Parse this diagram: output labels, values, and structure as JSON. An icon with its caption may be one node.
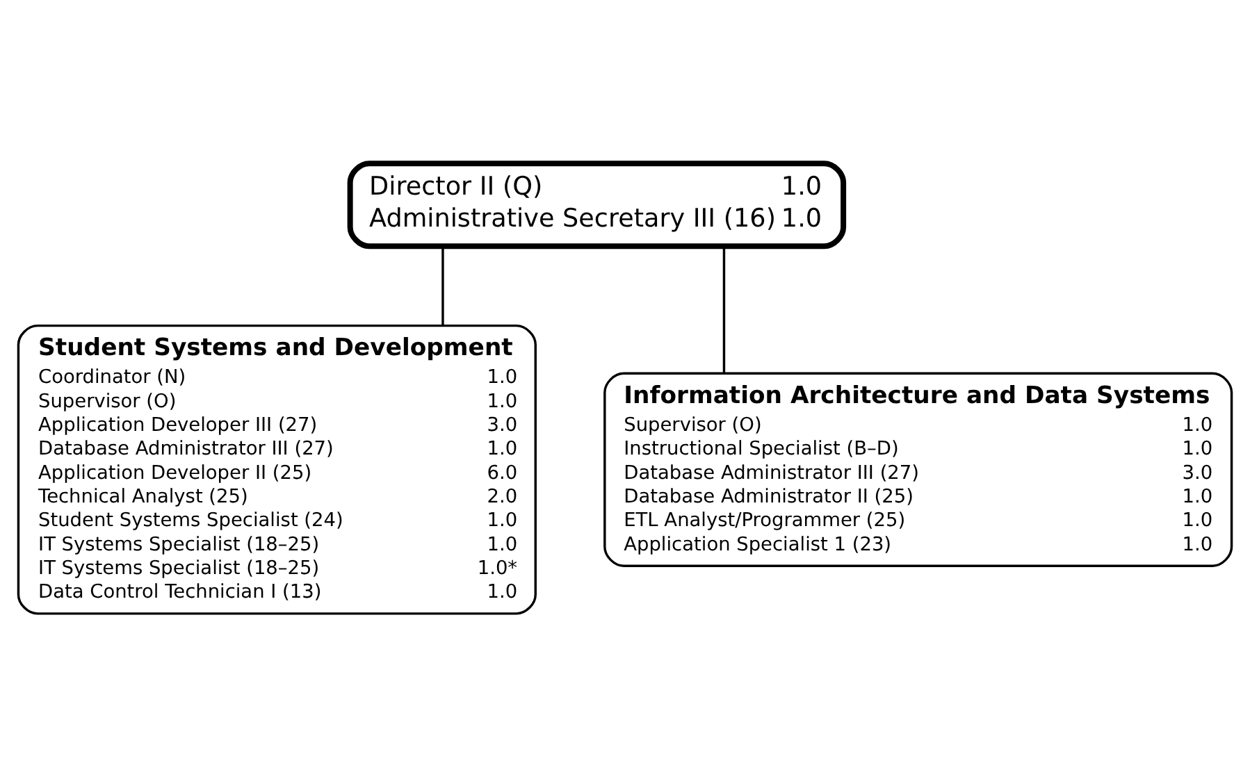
{
  "diagram": {
    "nodes": [
      {
        "text": [
          "Director II (Q)",
          "1.0",
          "Administrative Secretary III (16)",
          "1.0"
        ]
      },
      {
        "text": [
          "Student Systems and Development",
          "Coordinator (N)",
          "1.0",
          "Supervisor (O)",
          "1.0",
          "Application Developer III (27)",
          "3.0",
          "Database Administrator III (27)",
          "1.0",
          "Application Developer II (25)",
          "6.0",
          "Technical Analyst (25)",
          "2.0",
          "Student Systems Specialist (24)",
          "1.0",
          "IT Systems Specialist (18–25)",
          "1.0",
          "IT Systems Specialist (18–25)",
          "1.0*",
          "Data Control Technician I (13)",
          "1.0"
        ]
      },
      {
        "text": [
          "Information Architecture and Data Systems",
          "Supervisor (O)",
          "1.0",
          "Instructional Specialist (B–D)",
          "1.0",
          "Database Administrator III (27)",
          "3.0",
          "Database Administrator II (25)",
          "1.0",
          "ETL Analyst/Programmer (25)",
          "1.0",
          "Application Specialist 1 (23)",
          "1.0"
        ]
      }
    ],
    "edges": [
      {
        "from": 0,
        "to": 1,
        "arrow": "none"
      },
      {
        "from": 0,
        "to": 2,
        "arrow": "none"
      }
    ]
  }
}
